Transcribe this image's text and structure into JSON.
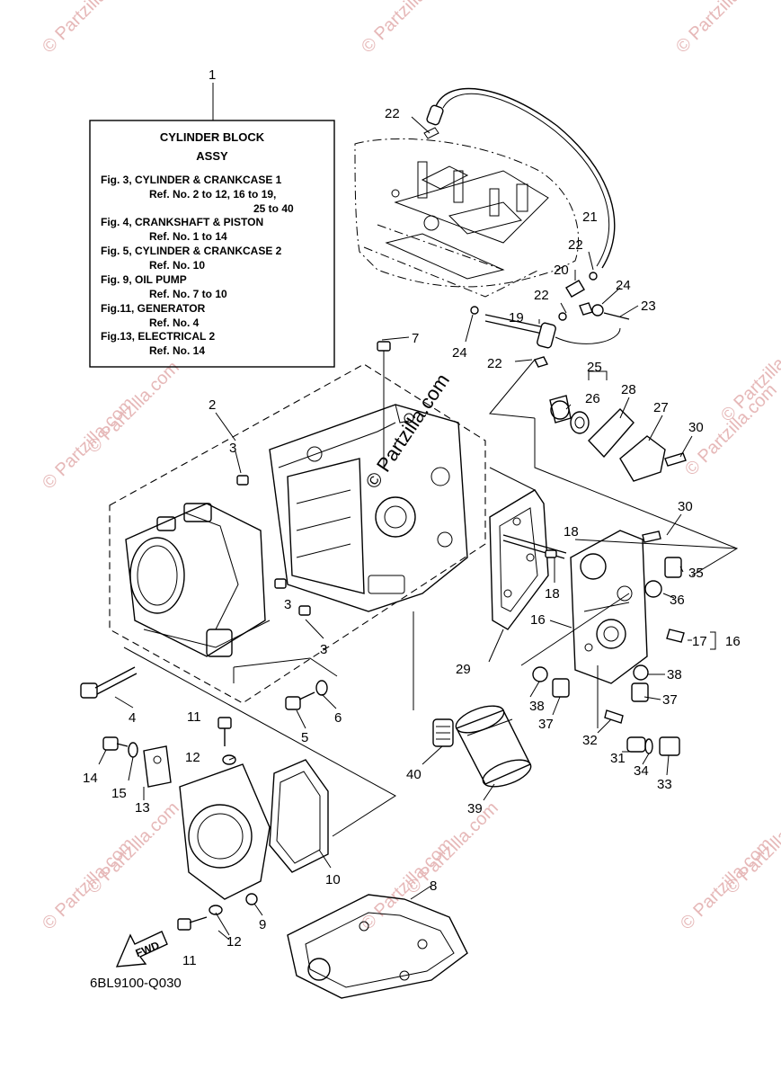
{
  "watermark": {
    "text": "© Partzilla.com",
    "center_text": "© Partzilla.com"
  },
  "legend_box": {
    "ref_number": "1",
    "title": "CYLINDER BLOCK",
    "subtitle": "ASSY",
    "lines": [
      "Fig. 3, CYLINDER & CRANKCASE 1",
      "Ref. No. 2 to 12, 16 to 19,",
      "25 to 40",
      "Fig. 4, CRANKSHAFT & PISTON",
      "Ref. No. 1 to 14",
      "Fig. 5, CYLINDER & CRANKCASE 2",
      "Ref. No. 10",
      "Fig. 9, OIL PUMP",
      "Ref. No. 7 to 10",
      "Fig.11, GENERATOR",
      "Ref. No. 4",
      "Fig.13, ELECTRICAL 2",
      "Ref. No. 14"
    ]
  },
  "callouts": [
    "2",
    "3",
    "3",
    "3",
    "4",
    "5",
    "6",
    "7",
    "8",
    "9",
    "10",
    "11",
    "11",
    "12",
    "12",
    "13",
    "14",
    "15",
    "16",
    "16",
    "17",
    "18",
    "18",
    "19",
    "20",
    "21",
    "22",
    "22",
    "22",
    "22",
    "23",
    "24",
    "24",
    "25",
    "26",
    "27",
    "28",
    "29",
    "30",
    "30",
    "31",
    "32",
    "33",
    "34",
    "35",
    "36",
    "37",
    "37",
    "38",
    "38",
    "39",
    "40"
  ],
  "fwd_label": "FWD",
  "diagram_code": "6BL9100-Q030"
}
